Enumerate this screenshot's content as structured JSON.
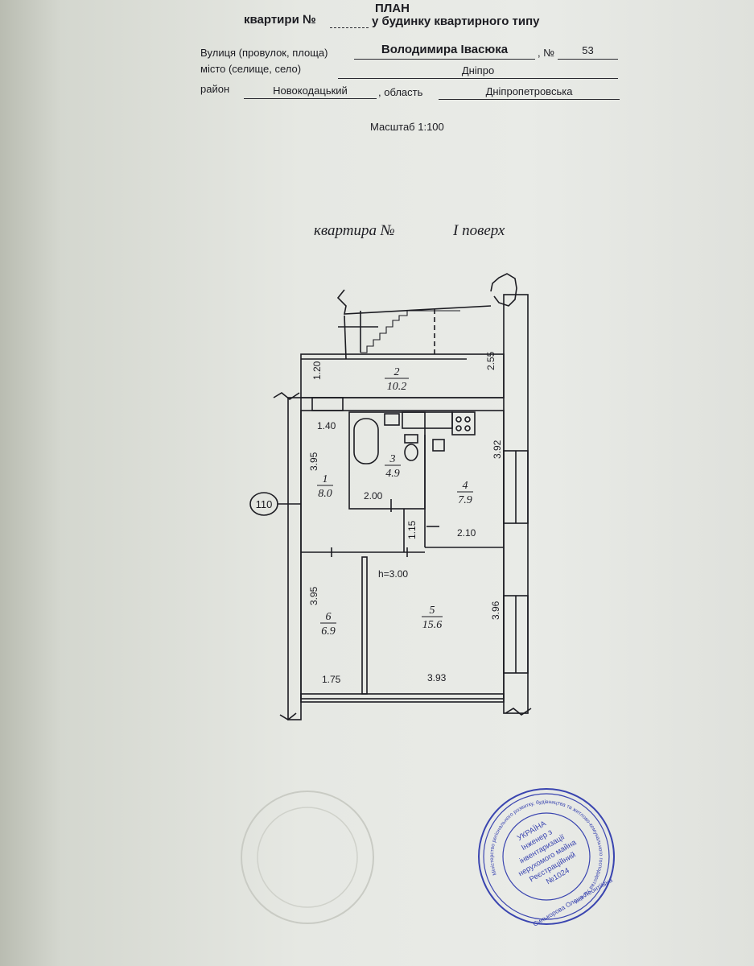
{
  "header": {
    "title": "ПЛАН",
    "line1_left": "квартири №",
    "line1_right": "у будинку квартирного типу",
    "street_label": "Вулиця (провулок, площа)",
    "street_value": "Володимира Івасюка",
    "number_label": ", №",
    "number_value": "53",
    "city_label": "місто (селище, село)",
    "city_value": "Дніпро",
    "district_label": "район",
    "district_value": "Новокодацький",
    "oblast_label": ", область",
    "oblast_value": "Дніпропетровська",
    "scale": "Масштаб 1:100"
  },
  "plan": {
    "caption_apartment": "квартира №",
    "caption_floor": "I поверх",
    "marker": "110",
    "height": "h=3.00",
    "rooms": [
      {
        "num": "1",
        "area": "8.0"
      },
      {
        "num": "2",
        "area": "10.2"
      },
      {
        "num": "3",
        "area": "4.9"
      },
      {
        "num": "4",
        "area": "7.9"
      },
      {
        "num": "5",
        "area": "15.6"
      },
      {
        "num": "6",
        "area": "6.9"
      }
    ],
    "dims": {
      "d120": "1.20",
      "d255": "2.55",
      "d140": "1.40",
      "d395a": "3.95",
      "d392": "3.92",
      "d200": "2.00",
      "d115": "1.15",
      "d210": "2.10",
      "d395b": "3.95",
      "d396": "3.96",
      "d175": "1.75",
      "d393": "3.93"
    }
  },
  "stamp": {
    "ring_text": "Міністерство регіонального розвитку, будівництва та житлово-комунального господарства України",
    "lines": [
      "УКРАЇНА",
      "Інженер з",
      "інвентаризації",
      "нерухомого майна",
      "Реєстраційний",
      "№1024"
    ],
    "name": "Синькорова Олена Леонтіївна"
  },
  "colors": {
    "ink": "#1c1c22",
    "stamp": "#3a45b0",
    "paper": "#e7e9e4"
  }
}
